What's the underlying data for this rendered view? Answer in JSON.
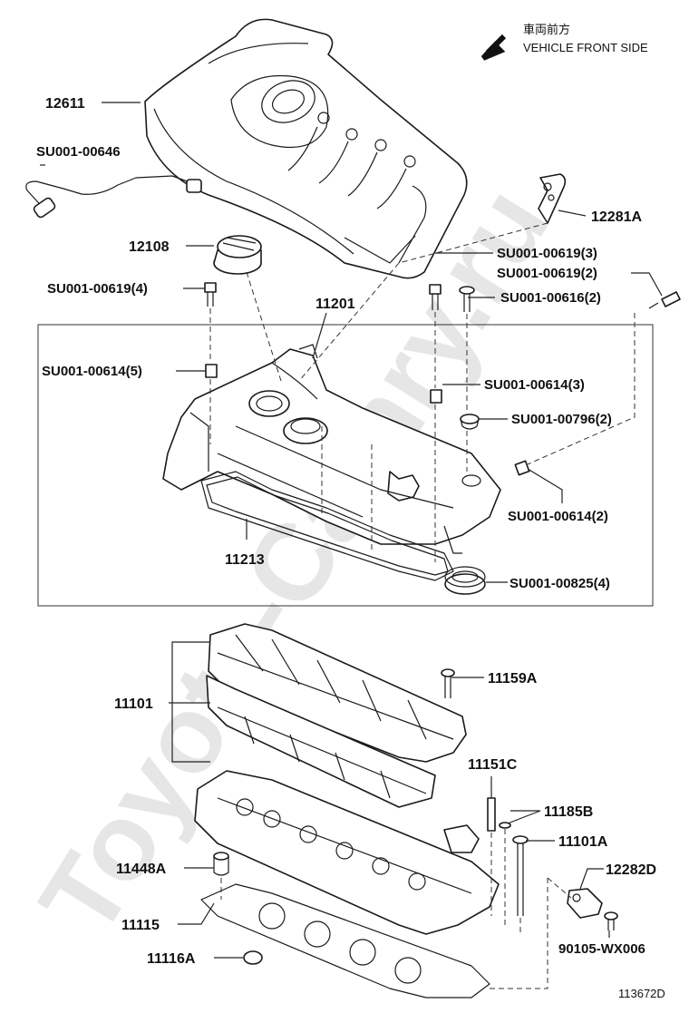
{
  "header": {
    "front_jp": "車両前方",
    "front_en": "VEHICLE FRONT SIDE"
  },
  "watermark": "Toyota-Camry.ru",
  "labels": {
    "p12611": "12611",
    "su00646": "SU001-00646",
    "p12281a": "12281A",
    "p12108": "12108",
    "su00619_3": "SU001-00619(3)",
    "su00619_2": "SU001-00619(2)",
    "su00619_4": "SU001-00619(4)",
    "su00616_2": "SU001-00616(2)",
    "p11201": "11201",
    "su00614_5": "SU001-00614(5)",
    "su00614_3": "SU001-00614(3)",
    "su00796_2": "SU001-00796(2)",
    "su00614_2": "SU001-00614(2)",
    "p11213": "11213",
    "su00825_4": "SU001-00825(4)",
    "p11159a": "11159A",
    "p11101": "11101",
    "p11151c": "11151C",
    "p11185b": "11185B",
    "p11101a": "11101A",
    "p11448a": "11448A",
    "p12282d": "12282D",
    "p11115": "11115",
    "p90105": "90105-WX006",
    "p11116a": "11116A"
  },
  "diagram_id": "113672D"
}
